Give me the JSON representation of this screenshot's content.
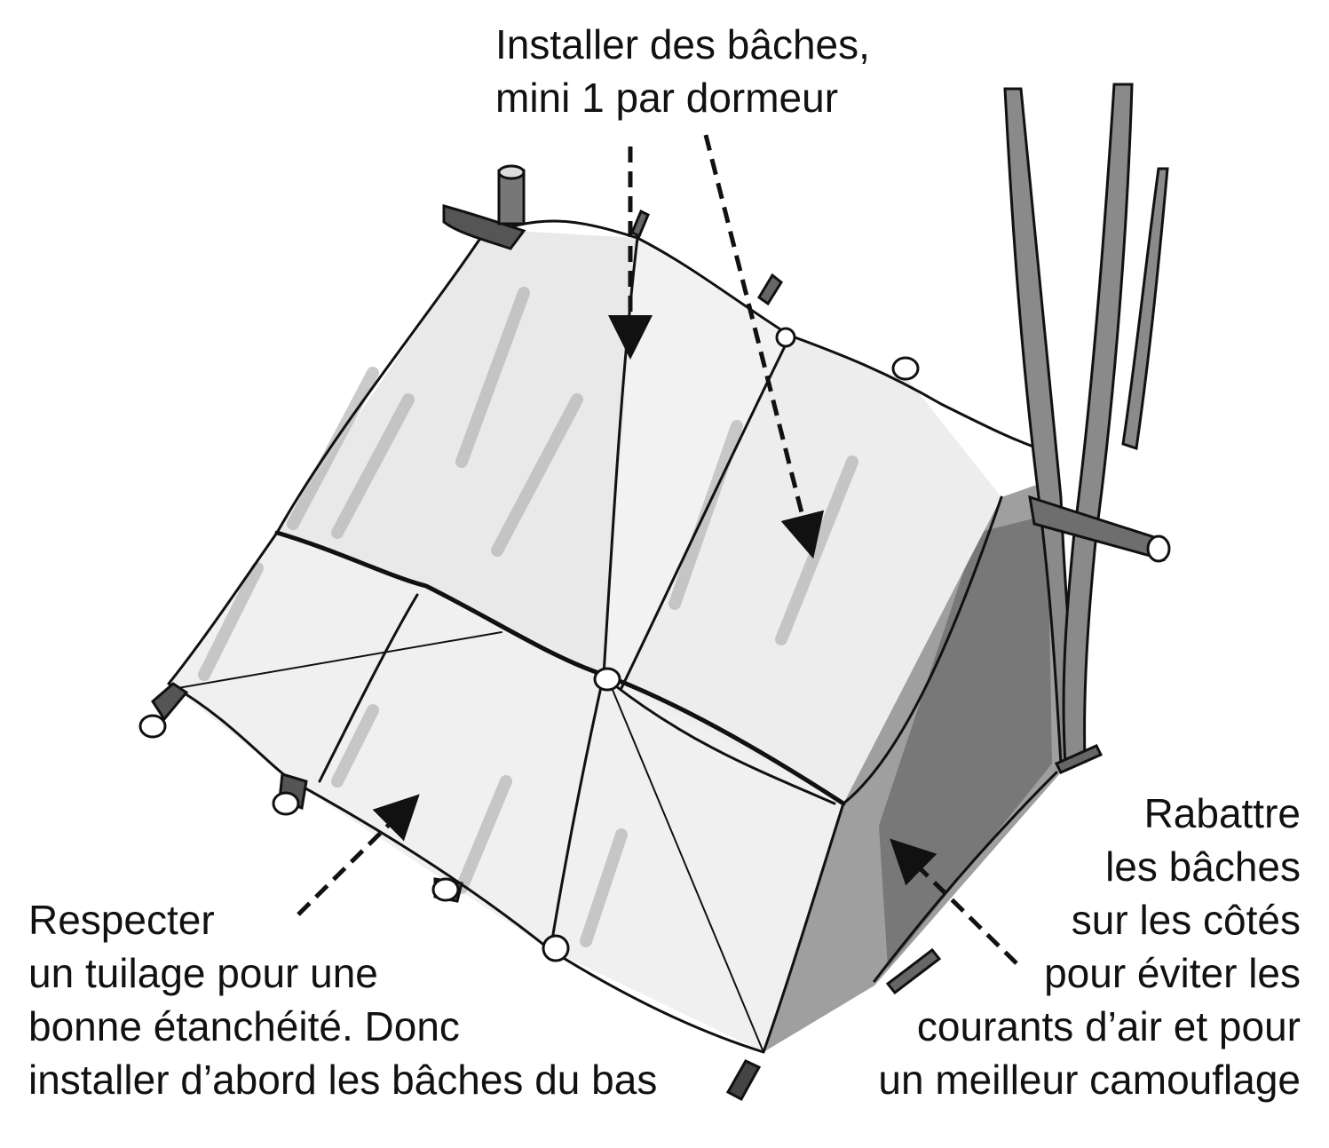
{
  "annotations": {
    "top": {
      "lines": [
        "Installer des bâches,",
        "mini 1 par dormeur"
      ]
    },
    "left": {
      "lines": [
        "Respecter",
        "un tuilage pour une",
        "bonne étanchéité. Donc",
        "installer d’abord les bâches du bas"
      ]
    },
    "right": {
      "lines": [
        "Rabattre",
        "les bâches",
        "sur les côtés",
        "pour éviter les",
        "courants d’air et pour",
        "un meilleur camouflage"
      ]
    }
  },
  "colors": {
    "ink": "#111111",
    "shade_light": "#cfcfcf",
    "shade_mid": "#9a9a9a",
    "shade_dark": "#5a5a5a",
    "paper": "#ffffff"
  }
}
